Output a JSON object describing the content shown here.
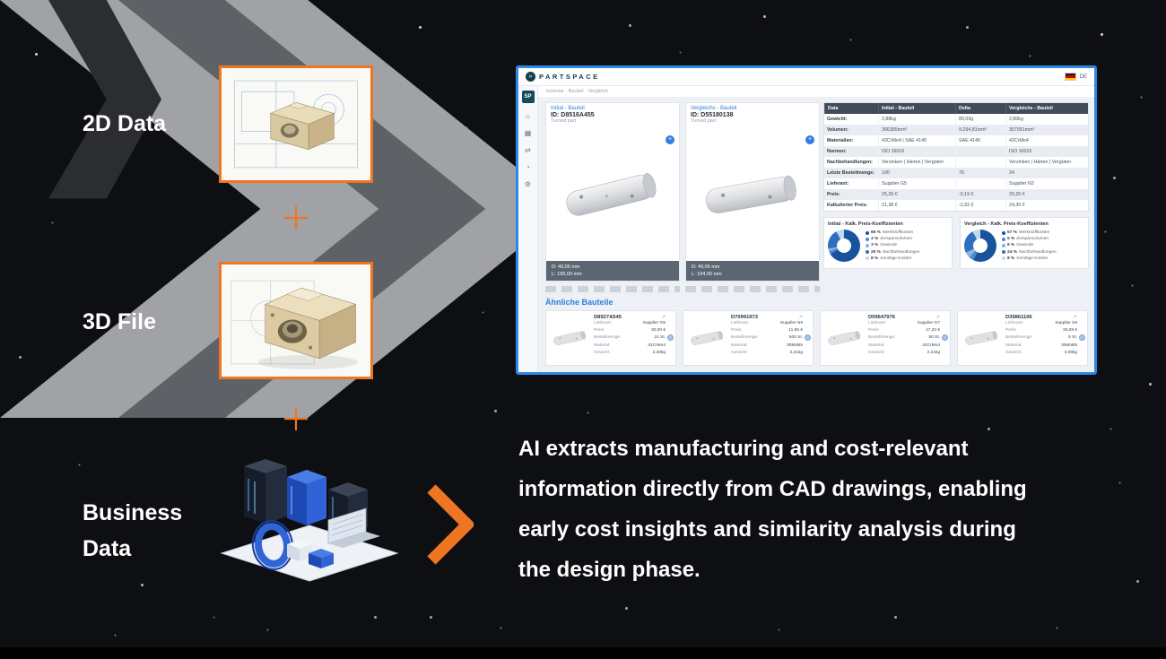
{
  "scene": {
    "inputs": [
      {
        "label": "2D Data"
      },
      {
        "label": "3D File"
      },
      {
        "label": "Business Data"
      }
    ],
    "plus": "+",
    "caption_lines": [
      "AI extracts manufacturing and cost-relevant",
      "information directly from CAD drawings, enabling",
      "early cost insights and similarity analysis during",
      "the design phase."
    ],
    "colors": {
      "orange": "#ee7623",
      "window_border": "#2a8ae6"
    }
  },
  "app": {
    "brand": "PARTSPACE",
    "logo_glyph": "»",
    "language": "DE",
    "breadcrumb": "Inventar · Bauteil · Vergleich",
    "sidebar_logo": "SP",
    "sidebar_icons": [
      {
        "name": "home",
        "glyph": "⌂"
      },
      {
        "name": "modules",
        "glyph": "▦"
      },
      {
        "name": "compare",
        "glyph": "⇄"
      },
      {
        "name": "analytics",
        "glyph": "◔"
      },
      {
        "name": "settings",
        "glyph": "⚙"
      }
    ],
    "icons": {
      "expand": "+",
      "share": "↗"
    },
    "panels": [
      {
        "title": "Initial - Bauteil",
        "part_id": "ID: D8516A455",
        "part_type": "Turned part",
        "dim_d": "D: 40,06 mm",
        "dim_l": "L: 195,00 mm"
      },
      {
        "title": "Vergleichs - Bauteil",
        "part_id": "ID: D55180138",
        "part_type": "Turned part",
        "dim_d": "D: 49,06 mm",
        "dim_l": "L: 194,00 mm"
      }
    ],
    "table": {
      "headers": [
        "Data",
        "Initial - Bauteil",
        "Delta",
        "Vergleichs - Bauteil"
      ],
      "rows": [
        {
          "label": "Gewicht:",
          "initial": "2,88kg",
          "delta": "80,03g",
          "vergleich": "2,80kg"
        },
        {
          "label": "Volumen:",
          "initial": "366385mm³",
          "delta": "9.294,81mm³",
          "vergleich": "357091mm³"
        },
        {
          "label": "Materialien:",
          "initial": "42CrMo4 | SAE 4140",
          "delta": "SAE 4140",
          "vergleich": "42CrMo4"
        },
        {
          "label": "Normen:",
          "initial": "ISO 16016",
          "delta": "",
          "vergleich": "ISO 16016"
        },
        {
          "label": "Nachbehandlungen:",
          "initial": "Verzinken | Härten | Vergüten",
          "delta": "",
          "vergleich": "Verzinken | Härten | Vergüten"
        },
        {
          "label": "Letzte Bestellmenge:",
          "initial": "100",
          "delta": "76",
          "vergleich": "24"
        },
        {
          "label": "Lieferant:",
          "initial": "Supplier G5",
          "delta": "",
          "vergleich": "Supplier N2"
        },
        {
          "label": "Preis:",
          "initial": "25,39 €",
          "delta": "-0,19 €",
          "vergleich": "25,20 €"
        },
        {
          "label": "Kalkulierter Preis:",
          "initial": "21,38 €",
          "delta": "-2,92 €",
          "vergleich": "24,30 €"
        }
      ]
    },
    "donut_colors": [
      "#17549c",
      "#4e86cb",
      "#8ab2de",
      "#2f6fc0",
      "#c2d6ee"
    ],
    "coefficients": [
      {
        "title": "Initial - Kalk. Preis-Koeffizienten",
        "items": [
          {
            "pct": "66 %",
            "label": "Werkstoffkosten"
          },
          {
            "pct": "3 %",
            "label": "Zerspanvolumen"
          },
          {
            "pct": "3 %",
            "label": "Gewinde"
          },
          {
            "pct": "20 %",
            "label": "Nachbehandlungen"
          },
          {
            "pct": "8 %",
            "label": "Sonstige Kosten"
          }
        ]
      },
      {
        "title": "Vergleich - Kalk. Preis-Koeffizienten",
        "items": [
          {
            "pct": "57 %",
            "label": "Werkstoffkosten"
          },
          {
            "pct": "5 %",
            "label": "Zerspanvolumen"
          },
          {
            "pct": "6 %",
            "label": "Gewinde"
          },
          {
            "pct": "24 %",
            "label": "Nachbehandlungen"
          },
          {
            "pct": "8 %",
            "label": "Sonstige Kosten"
          }
        ]
      }
    ],
    "card_labels": {
      "lieferant": "Lieferant:",
      "preis": "Preis:",
      "bestellmenge": "Bestellmenge:",
      "material": "Material:",
      "gewicht": "Gewicht:"
    },
    "similar": {
      "heading": "Ähnliche Bauteile",
      "cards": [
        {
          "id": "D8927A545",
          "lieferant": "Supplier O5",
          "preis": "30,00 €",
          "bestellmenge": "24 St.",
          "material": "42CrMo4",
          "gewicht": "2,40kg"
        },
        {
          "id": "D70991973",
          "lieferant": "Supplier N9",
          "preis": "11,85 €",
          "bestellmenge": "500 St.",
          "material": "30MnB5",
          "gewicht": "2,21kg"
        },
        {
          "id": "D09647976",
          "lieferant": "Supplier G7",
          "preis": "17,20 €",
          "bestellmenge": "50 St.",
          "material": "42CrMo4",
          "gewicht": "2,21kg"
        },
        {
          "id": "D39861106",
          "lieferant": "Supplier S8",
          "preis": "33,08 €",
          "bestellmenge": "5 St.",
          "material": "30MnB5",
          "gewicht": "3,09kg"
        }
      ]
    }
  },
  "chart_data": [
    {
      "type": "pie",
      "title": "Initial - Kalk. Preis-Koeffizienten",
      "labels": [
        "Werkstoffkosten",
        "Zerspanvolumen",
        "Gewinde",
        "Nachbehandlungen",
        "Sonstige Kosten"
      ],
      "values": [
        66,
        3,
        3,
        20,
        8
      ],
      "legend_position": "right"
    },
    {
      "type": "pie",
      "title": "Vergleich - Kalk. Preis-Koeffizienten",
      "labels": [
        "Werkstoffkosten",
        "Zerspanvolumen",
        "Gewinde",
        "Nachbehandlungen",
        "Sonstige Kosten"
      ],
      "values": [
        57,
        5,
        6,
        24,
        8
      ],
      "legend_position": "right"
    }
  ]
}
